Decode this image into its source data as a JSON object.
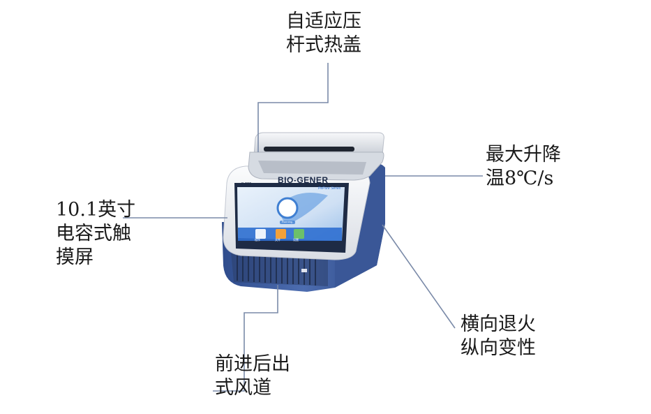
{
  "device": {
    "brand_logo": "BIO-GENER",
    "series_label": "PePure Series",
    "header_small_text": "P-TTT",
    "screen_status": "Running",
    "screen_menu": [
      "程序",
      "文件",
      "设置"
    ]
  },
  "callouts": {
    "lid": {
      "lines": [
        "自适应压",
        "杆式热盖"
      ]
    },
    "ramp": {
      "lines": [
        "最大升降",
        "温8℃/s"
      ]
    },
    "touch": {
      "lines": [
        "10.1英寸",
        "电容式触",
        "摸屏"
      ]
    },
    "air": {
      "lines": [
        "前进后出",
        "式风道"
      ]
    },
    "grad": {
      "lines": [
        "横向退火",
        "纵向变性"
      ]
    }
  },
  "colors": {
    "body_blue": "#3f5ea0",
    "body_white": "#eef0f4",
    "screen_blue": "#2f6fd0",
    "leader_line": "#7a8aa8"
  }
}
